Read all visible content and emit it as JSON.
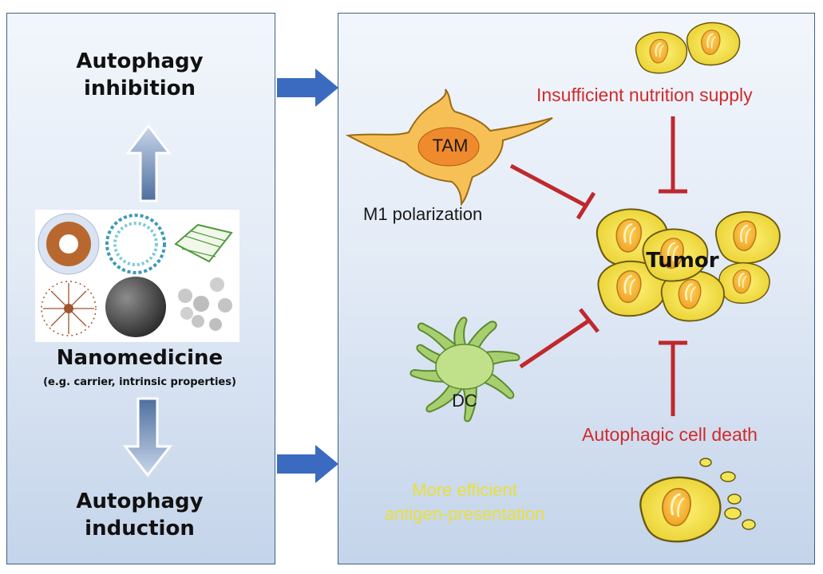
{
  "left": {
    "top_title": [
      "Autophagy",
      "inhibition"
    ],
    "center_title": "Nanomedicine",
    "center_subtitle": "(e.g. carrier, intrinsic properties)",
    "bottom_title": [
      "Autophagy",
      "induction"
    ]
  },
  "right": {
    "tam_label": "TAM",
    "m1_label": "M1 polarization",
    "dc_label": "DC",
    "dc_caption": [
      "More efficient",
      "antigen-presentation"
    ],
    "tumor_label": "Tumor",
    "nutrition_label": "Insufficient nutrition supply",
    "autophagic_label": "Autophagic cell death"
  },
  "colors": {
    "inhibit_red": "#c0282d",
    "arrow_blue": "#3a6bc0",
    "text_red": "#d12b2b",
    "text_yellow": "#e9df3a",
    "tumor_yellow": "#f3e655",
    "tam_orange": "#f2a23c",
    "dc_green": "#a8cf6f"
  },
  "icons": [
    "up-arrow-icon",
    "down-arrow-icon",
    "right-arrow-icon",
    "inhibition-bar-icon",
    "nanoparticle-icon",
    "cell-icon"
  ]
}
